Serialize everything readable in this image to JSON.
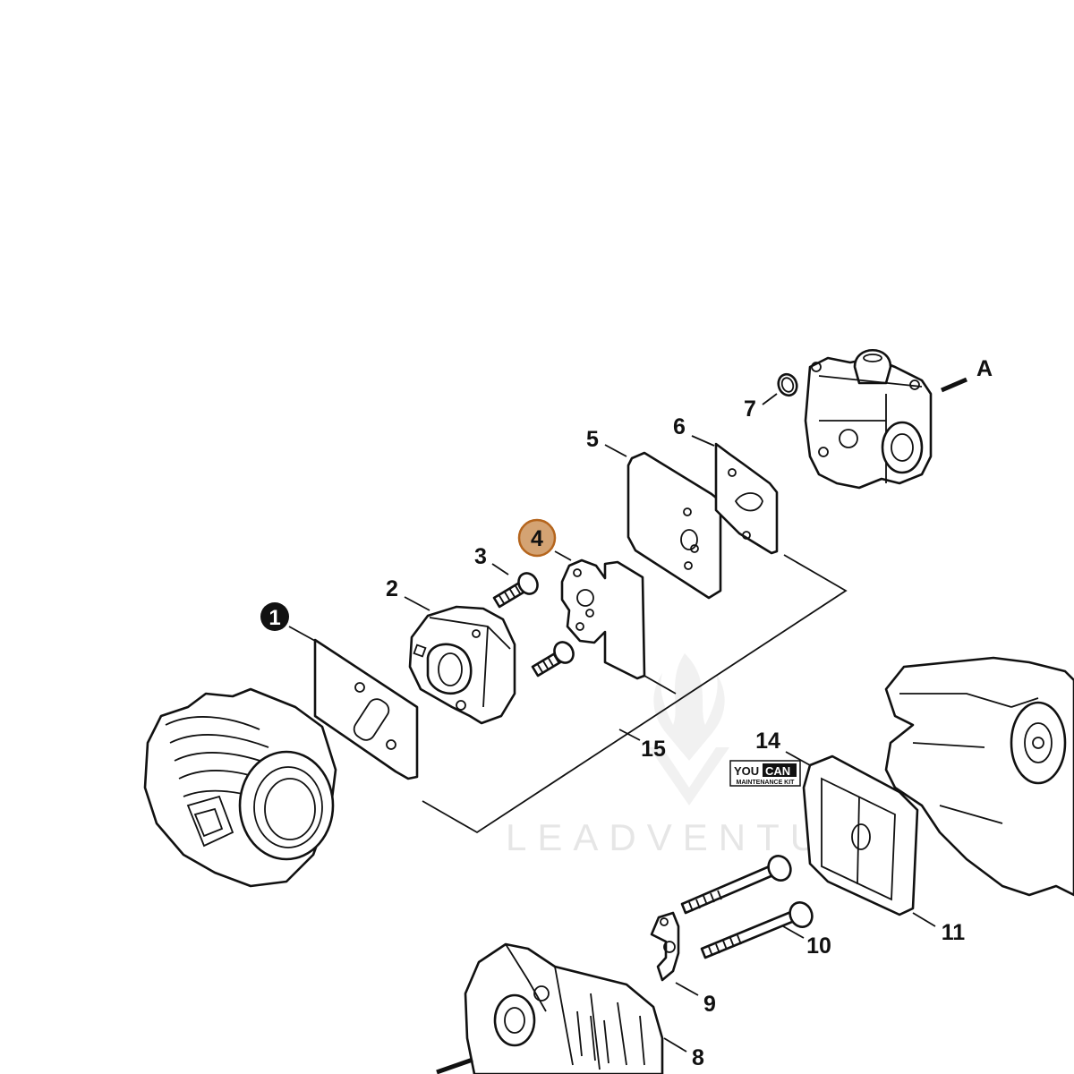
{
  "callouts": {
    "c1": "1",
    "c2": "2",
    "c3": "3",
    "c4": "4",
    "c5": "5",
    "c6": "6",
    "c7": "7",
    "c8": "8",
    "c9": "9",
    "c10": "10",
    "c11": "11",
    "c14": "14",
    "c15": "15",
    "cA": "A"
  },
  "watermark": {
    "brand": "LEADVENTURE"
  },
  "badge": {
    "line1_you": "YOU",
    "line1_can": "CAN",
    "line2": "MAINTENANCE KIT"
  },
  "colors": {
    "highlight_fill": "#d4a373",
    "highlight_stroke": "#b5651d",
    "ink": "#111111"
  }
}
